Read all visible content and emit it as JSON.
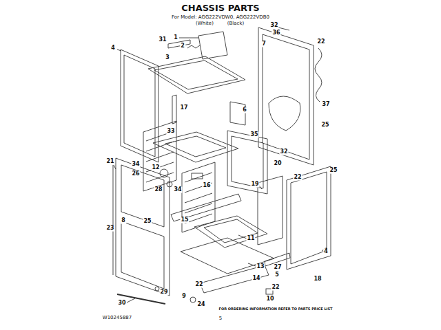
{
  "diagram": {
    "title": "CHASSIS PARTS",
    "labels": [
      "For Model: AGG222VDW0, AGG222VDB0",
      "(White)",
      "(Black)",
      "1",
      "2",
      "3",
      "31",
      "4",
      "32",
      "36",
      "7",
      "22",
      "37",
      "25",
      "17",
      "6",
      "33",
      "35",
      "32",
      "20",
      "34",
      "12",
      "16",
      "26",
      "28",
      "34",
      "21",
      "19",
      "22",
      "25",
      "25",
      "15",
      "8",
      "23",
      "11",
      "13",
      "4",
      "27",
      "5",
      "18",
      "14",
      "22",
      "22",
      "29",
      "9",
      "24",
      "10",
      "30",
      "W10245887",
      "FOR ORDERING INFORMATION REFER TO PARTS PRICE LIST",
      "5"
    ]
  }
}
